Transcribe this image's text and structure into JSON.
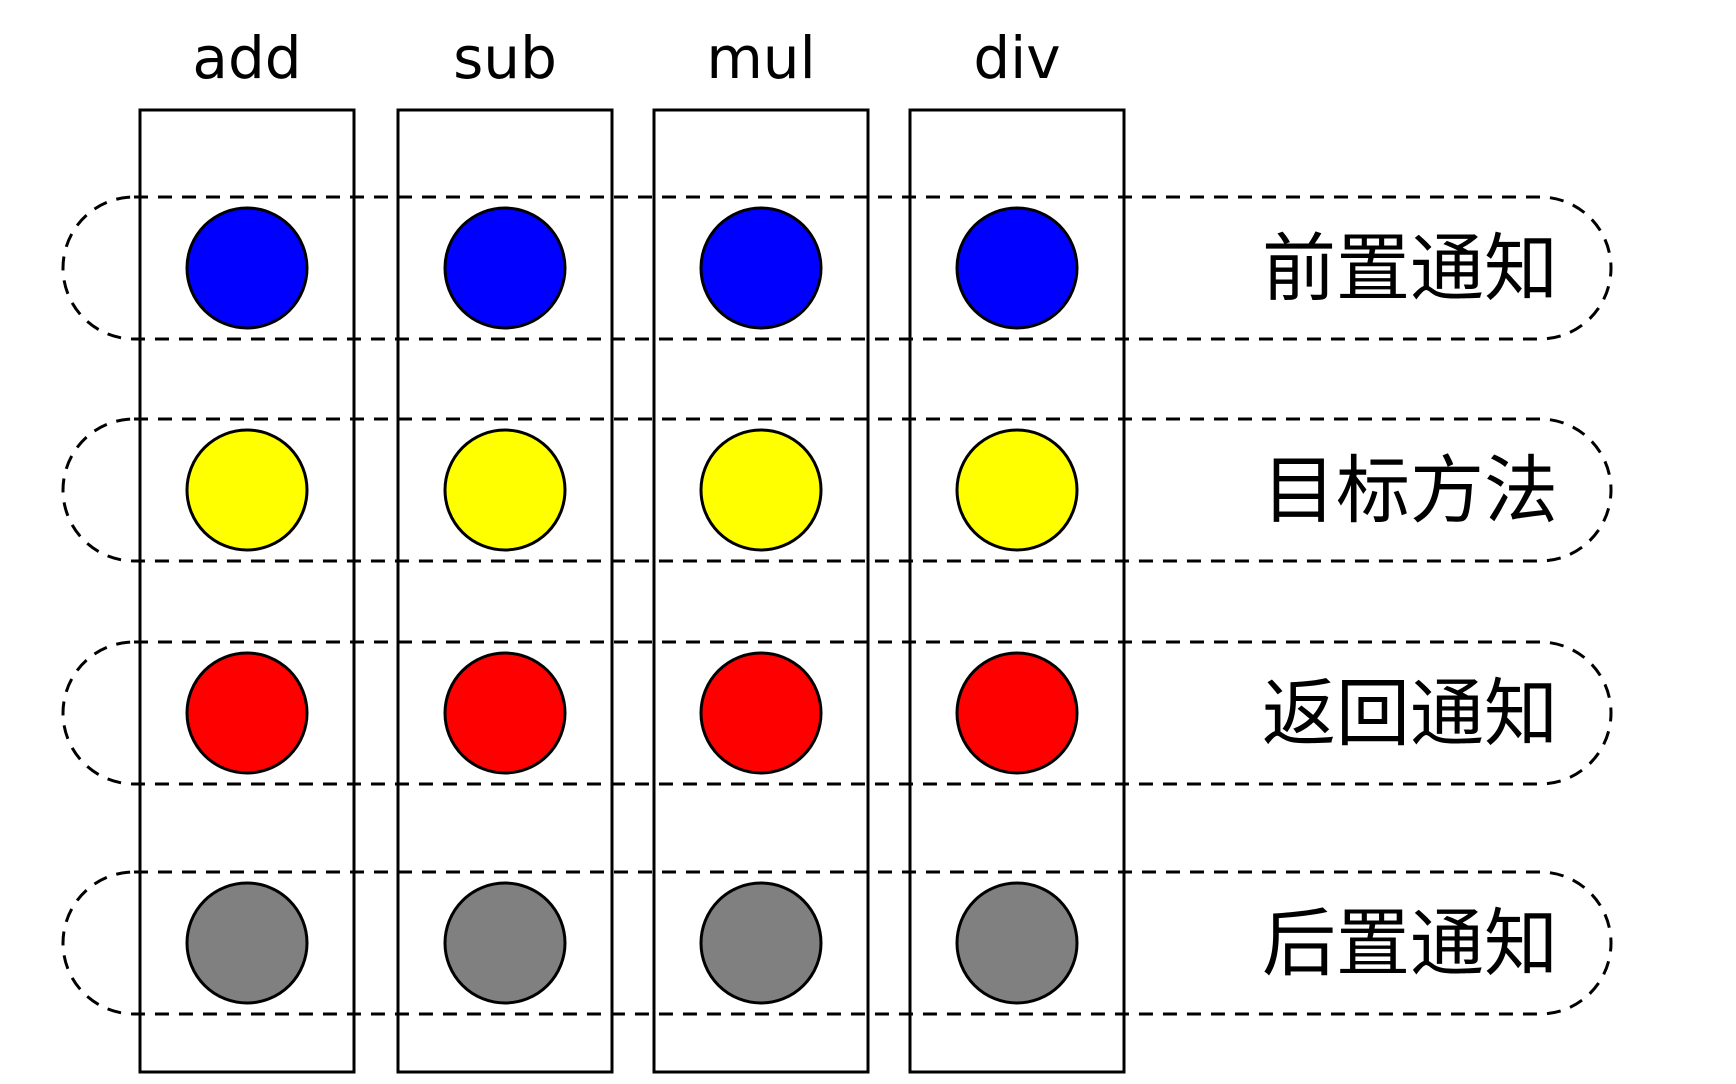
{
  "methods": [
    "add",
    "sub",
    "mul",
    "div"
  ],
  "advice_rows": [
    {
      "label": "前置通知",
      "color": "#0000ff"
    },
    {
      "label": "目标方法",
      "color": "#ffff00"
    },
    {
      "label": "返回通知",
      "color": "#ff0000"
    },
    {
      "label": "后置通知",
      "color": "#808080"
    }
  ],
  "stroke_color": "#000000"
}
